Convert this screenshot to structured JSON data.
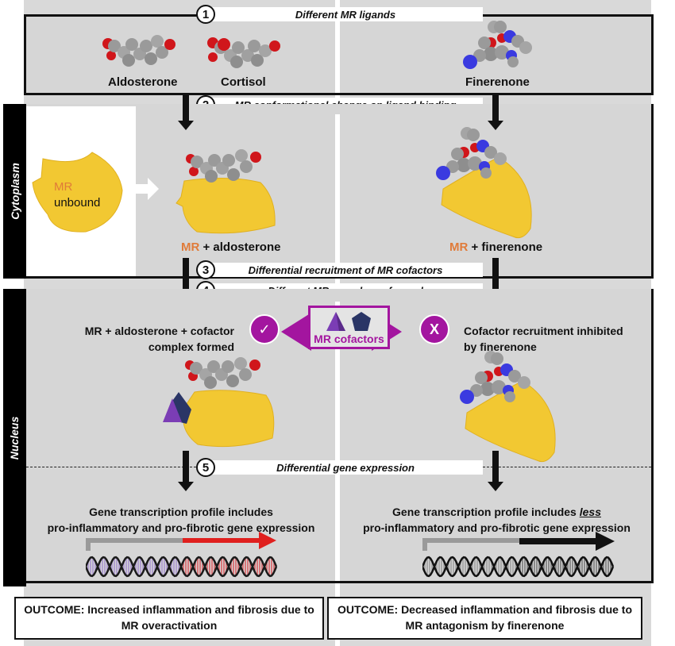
{
  "steps": [
    {
      "number": "1",
      "label": "Different MR ligands"
    },
    {
      "number": "2",
      "label": "MR conformational change on ligand binding"
    },
    {
      "number": "3",
      "label": "Differential recruitment of MR cofactors"
    },
    {
      "number": "4",
      "label": "Different MR complexes formed"
    },
    {
      "number": "5",
      "label": "Differential gene expression"
    }
  ],
  "ligands": {
    "aldosterone": "Aldosterone",
    "cortisol": "Cortisol",
    "finerenone": "Finerenone"
  },
  "compartments": {
    "cytoplasm": "Cytoplasm",
    "nucleus": "Nucleus"
  },
  "cytoplasm": {
    "unbound_mr": "MR",
    "unbound_text": "unbound",
    "left_complex_mr": "MR",
    "left_complex_rest": "+ aldosterone",
    "right_complex_mr": "MR",
    "right_complex_rest": "+ finerenone"
  },
  "nucleus": {
    "left_complex_line1": "MR + aldosterone + cofactor",
    "left_complex_line2": "complex formed",
    "right_complex_line1": "Cofactor recruitment inhibited",
    "right_complex_line2": "by finerenone",
    "cofactors_label": "MR cofactors",
    "check_symbol": "✓",
    "cross_symbol": "X",
    "left_gene_line1": "Gene transcription profile includes",
    "left_gene_line2": "pro-inflammatory and pro-fibrotic gene expression",
    "right_gene_line1_pre": "Gene transcription profile includes ",
    "right_gene_line1_emph": "less",
    "right_gene_line2": "pro-inflammatory and pro-fibrotic gene expression"
  },
  "outcomes": {
    "left": "OUTCOME: Increased inflammation and fibrosis due to MR overactivation",
    "right": "OUTCOME: Decreased inflammation and fibrosis due to MR antagonism by finerenone"
  },
  "colors": {
    "mr_protein": "#f2c832",
    "mr_label": "#e07b39",
    "cofactor_accent": "#a3159f",
    "left_transcription_arrow": "#e0201e",
    "right_transcription_arrow": "#111111",
    "oxygen": "#d0161b",
    "nitrogen": "#3a3ae0",
    "carbon": "#9a9a9a"
  }
}
